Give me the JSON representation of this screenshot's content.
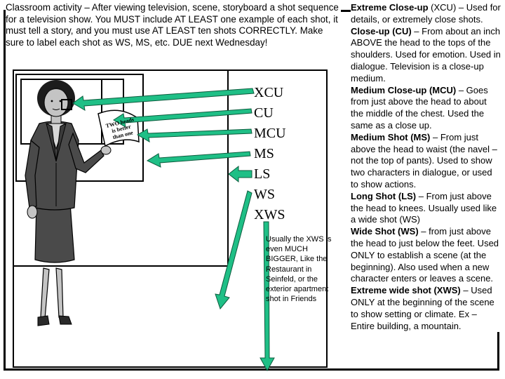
{
  "instructions": "Classroom activity – After viewing television, scene, storyboard a shot sequence for a television show.  You MUST include AT LEAST one example of each shot, it must tell a story, and you must use AT LEAST ten shots CORRECTLY.  Make sure to label each shot as WS, MS, etc.  DUE next Wednesday!",
  "shot_labels": [
    "XCU",
    "CU",
    "MCU",
    "MS",
    "LS",
    "WS",
    "XWS"
  ],
  "board_text": [
    "TWO heads",
    "is better",
    "than one"
  ],
  "xws_note": "Usually the XWS is even MUCH BIGGER, Like the Restaurant in Seinfeld, or the exterior apartment shot in Friends",
  "definitions": [
    {
      "term": "Extreme Close-up",
      "abbr": "(XCU)",
      "text": " – Used for details, or extremely close shots."
    },
    {
      "term": "Close-up (CU)",
      "abbr": "",
      "text": " – From about an inch ABOVE the head to the tops of the shoulders.  Used for emotion.  Used in dialogue.  Television is a close-up medium."
    },
    {
      "term": "Medium Close-up (MCU)",
      "abbr": "",
      "text": " – Goes from just above the head to about the middle of the chest.  Used the same as a close up."
    },
    {
      "term": "Medium Shot (MS)",
      "abbr": "",
      "text": " – From just above the head to waist (the navel – not the top of pants).  Used to show two characters in dialogue, or used to show actions."
    },
    {
      "term": "Long Shot (LS)",
      "abbr": "",
      "text": " – From just above the head to knees.  Usually used like a wide shot (WS)"
    },
    {
      "term": "Wide Shot (WS)",
      "abbr": "",
      "text": " – from just above the head to just below the feet.  Used ONLY to establish a scene (at the beginning).  Also used when a new character enters or leaves a scene."
    },
    {
      "term": "Extreme wide shot (XWS)",
      "abbr": "",
      "text": " – Used ONLY at the beginning of the scene to show setting or climate.  Ex – Entire building, a mountain."
    }
  ],
  "colors": {
    "arrow_fill": "#1fbf86",
    "arrow_stroke": "#0d5c3e",
    "frame": "#000000",
    "skin": "#c4c4c4",
    "suit": "#4a4a4a",
    "hair": "#1c1c1c"
  }
}
